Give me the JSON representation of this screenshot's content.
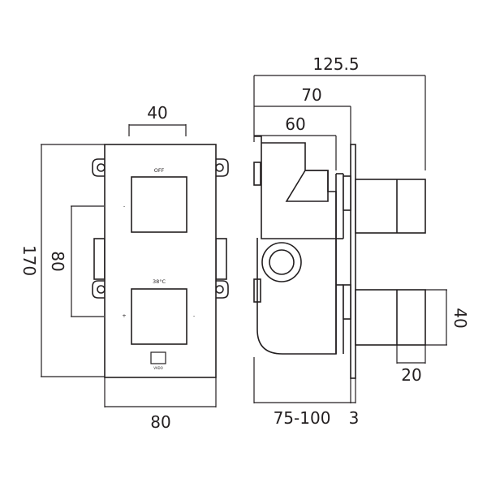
{
  "front_view": {
    "dim_top_width": "40",
    "dim_height": "170",
    "dim_spacing": "80",
    "dim_bottom_width": "80",
    "label_off": "OFF",
    "label_temp": "38°C",
    "label_minus_top": "-",
    "label_plus": "+",
    "label_minus": "-",
    "brand": "VADO"
  },
  "side_view": {
    "dim_overall": "125.5",
    "dim_70": "70",
    "dim_60": "60",
    "dim_handle_height": "40",
    "dim_handle_depth": "20",
    "dim_depth_range": "75-100",
    "dim_plate": "3"
  }
}
